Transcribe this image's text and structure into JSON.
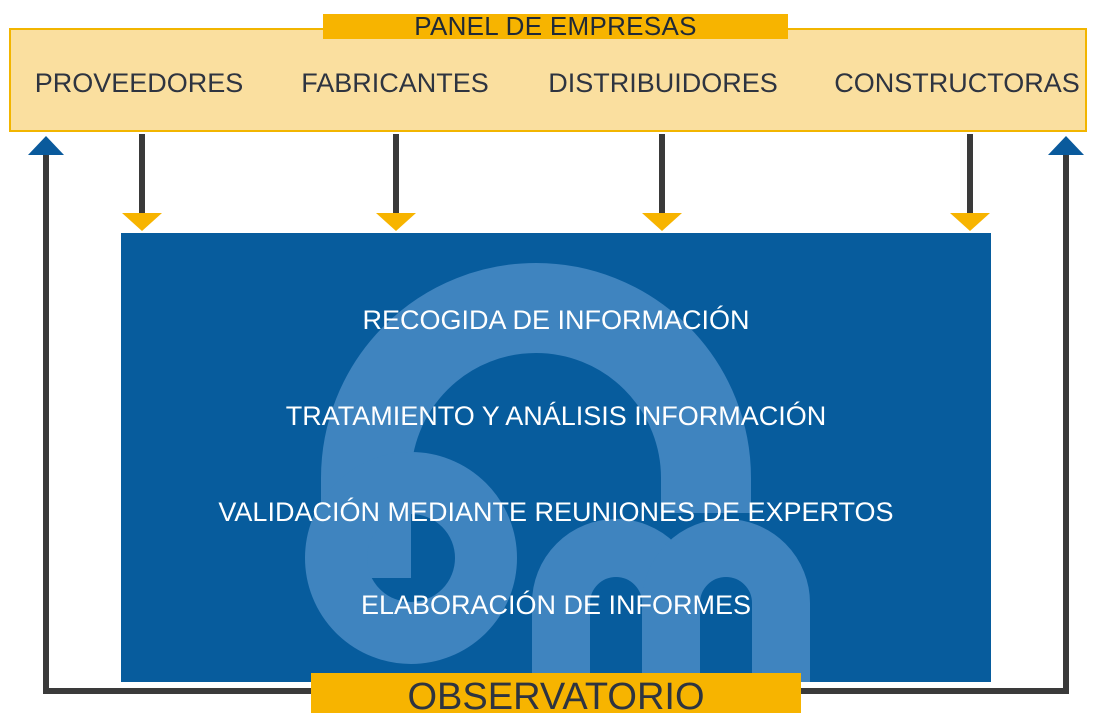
{
  "panel": {
    "title": "PANEL DE EMPRESAS",
    "companies": [
      {
        "label": "PROVEEDORES"
      },
      {
        "label": "FABRICANTES"
      },
      {
        "label": "DISTRIBUIDORES"
      },
      {
        "label": "CONSTRUCTORAS"
      }
    ]
  },
  "process": {
    "steps": [
      {
        "label": "RECOGIDA DE INFORMACIÓN"
      },
      {
        "label": "TRATAMIENTO Y ANÁLISIS INFORMACIÓN"
      },
      {
        "label": "VALIDACIÓN MEDIANTE REUNIONES DE EXPERTOS"
      },
      {
        "label": "ELABORACIÓN DE INFORMES"
      }
    ]
  },
  "observatorio": {
    "label": "OBSERVATORIO"
  },
  "colors": {
    "panel_fill": "#fadf9f",
    "accent_yellow": "#f7b400",
    "process_blue": "#075c9d",
    "watermark": "#3f84bf",
    "connector": "#3a3a3a",
    "up_arrow": "#0a5a9c"
  }
}
